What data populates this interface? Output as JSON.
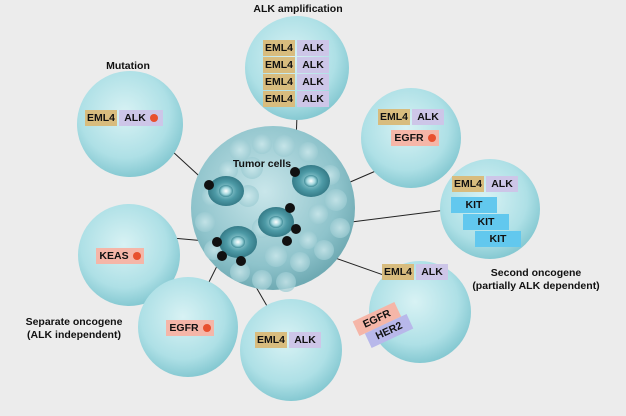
{
  "labels": {
    "alk_amplification": "ALK amplification",
    "mutation": "Mutation",
    "tumor_cells": "Tumor cells",
    "second_oncogene": "Second oncogene",
    "second_oncogene_note": "(partially ALK dependent)",
    "separate_oncogene": "Separate oncogene",
    "separate_oncogene_note": "(ALK independent)"
  },
  "genes": {
    "eml4": "EML4",
    "alk": "ALK",
    "egfr": "EGFR",
    "kit": "KIT",
    "keas": "KEAS",
    "her2": "HER2"
  },
  "colors": {
    "eml4": "#d8bc7e",
    "alk": "#cdc6e8",
    "egfr": "#f5b6a8",
    "kit": "#62c8ee",
    "her2": "#b8b8ea",
    "mutation_dot": "#e8502e",
    "cell_fill": "#aee0e6"
  }
}
